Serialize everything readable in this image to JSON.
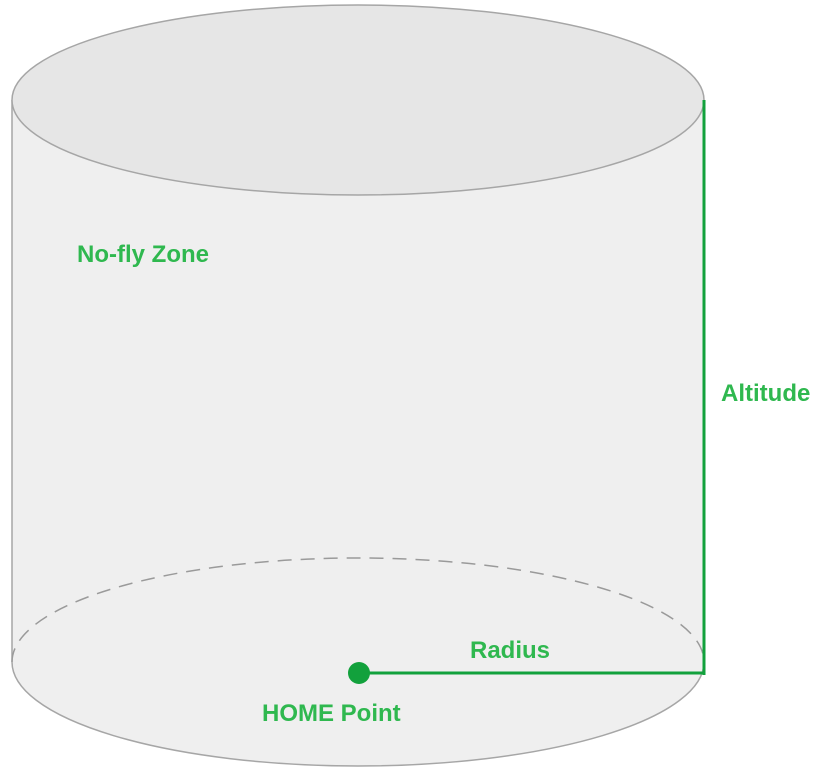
{
  "diagram": {
    "zone_label": "No-fly Zone",
    "altitude_label": "Altitude",
    "radius_label": "Radius",
    "home_label": "HOME Point"
  },
  "colors": {
    "accent_green": "#12a13c",
    "label_green": "#2fb84f",
    "cylinder_fill": "#efefef",
    "cylinder_stroke": "#a6a6a6",
    "dashed_stroke": "#9a9a9a"
  }
}
